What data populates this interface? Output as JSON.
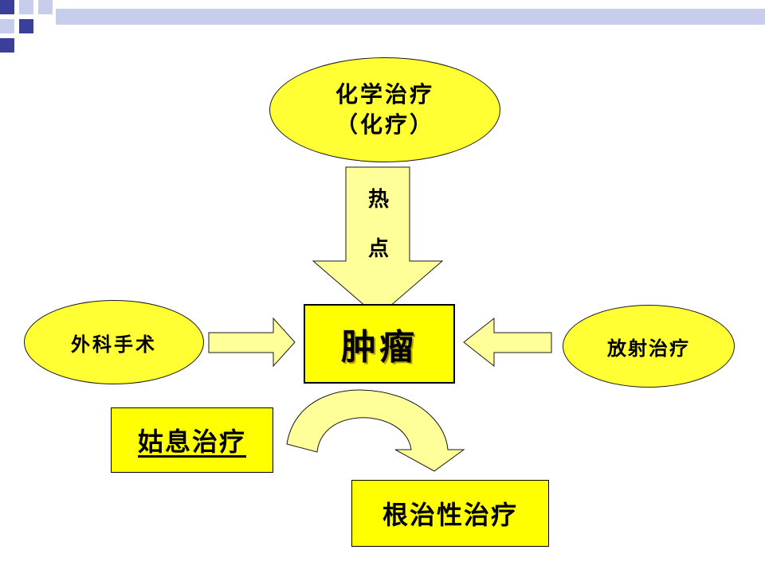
{
  "diagram": {
    "chemo": {
      "line1": "化学治疗",
      "line2": "（化疗）"
    },
    "hotspot": {
      "char1": "热",
      "char2": "点"
    },
    "tumor": "肿瘤",
    "surgery": "外科手术",
    "radiotherapy": "放射治疗",
    "palliative": "姑息治疗",
    "curative": "根治性治疗"
  },
  "colors": {
    "ellipse_fill": "#ffff33",
    "box_fill": "#ffff00",
    "arrow_fill": "#ffff99",
    "header_bar": "#c8cdeb",
    "header_square_dark": "#3a3f9a"
  }
}
